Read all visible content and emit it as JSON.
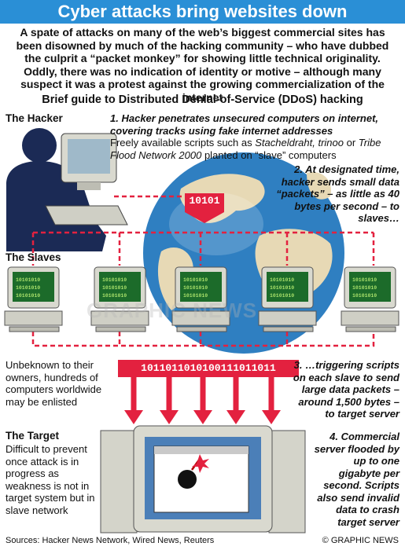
{
  "title": "Cyber attacks bring websites down",
  "intro": "A spate of attacks on many of the web’s biggest commercial sites has been disowned by much of the hacking community – who have dubbed the culprit a “packet monkey” for showing little technical originality. Oddly, there was no indication of identity or motive – although many suspect it was a protest against the growing commercialization of the internet",
  "guide_title": "Brief guide to Distributed Denial-of-Service (DDoS) hacking",
  "sections": {
    "hacker": "The Hacker",
    "slaves": "The Slaves",
    "target": "The Target"
  },
  "steps": {
    "s1_num": "1.",
    "s1_bold": "Hacker penetrates unsecured computers on internet, covering tracks using fake internet addresses",
    "s1_plain_a": "Freely available scripts such as ",
    "s1_italic_a": "Stacheldraht, trinoo",
    "s1_plain_b": " or ",
    "s1_italic_b": "Tribe Flood Network 2000",
    "s1_plain_c": " planted on “slave” computers",
    "s2": "2. At designated time, hacker sends small data “packets” – as little as 40 bytes per second – to slaves…",
    "s3": "3. …triggering scripts on each slave to send large data packets – around 1,500 bytes – to target server",
    "s4": "4. Commercial server flooded by up to one gigabyte per second. Scripts also send invalid data to crash target server"
  },
  "notes": {
    "slaves_note": "Unbeknown to their owners, hundreds of computers worldwide may be enlisted",
    "target_note": "Difficult to prevent once attack is in progress as weakness is not in target system but in slave network"
  },
  "packets": {
    "small": "10101",
    "large": "1011011010100111011011",
    "slave_code": "10101010"
  },
  "watermark": "GRAPHIC NEWS",
  "footer": {
    "sources": "Sources: Hacker News Network, Wired News, Reuters",
    "credit": "© GRAPHIC NEWS"
  },
  "colors": {
    "title_bg": "#2a8fd6",
    "accent_red": "#e3213f",
    "monitor": "#d9d9cf",
    "screen": "#1c6b2a",
    "globe_ocean": "#2f7fc1"
  }
}
